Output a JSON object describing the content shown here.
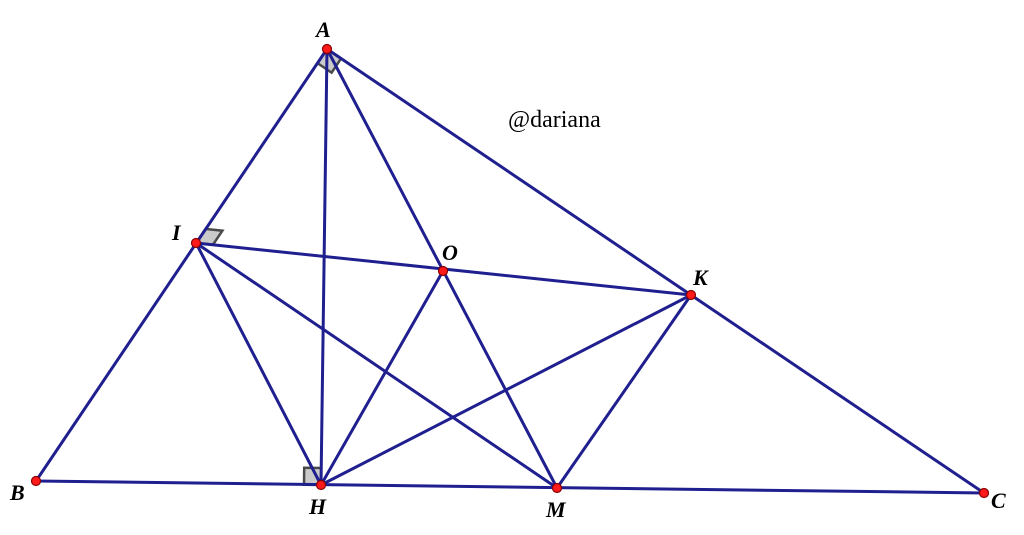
{
  "figure": {
    "watermark": "@dariana",
    "colors": {
      "line": "#1f1f8f",
      "point": "#ff1a1a",
      "right_angle_fill": "#b8b8b8"
    },
    "points": [
      {
        "id": "A",
        "label": "A"
      },
      {
        "id": "B",
        "label": "B"
      },
      {
        "id": "C",
        "label": "C"
      },
      {
        "id": "H",
        "label": "H"
      },
      {
        "id": "M",
        "label": "M"
      },
      {
        "id": "I",
        "label": "I"
      },
      {
        "id": "K",
        "label": "K"
      },
      {
        "id": "O",
        "label": "O"
      }
    ],
    "segments": [
      [
        "A",
        "B"
      ],
      [
        "A",
        "C"
      ],
      [
        "B",
        "C"
      ],
      [
        "A",
        "H"
      ],
      [
        "A",
        "M"
      ],
      [
        "I",
        "K"
      ],
      [
        "I",
        "H"
      ],
      [
        "I",
        "M"
      ],
      [
        "K",
        "H"
      ],
      [
        "K",
        "M"
      ],
      [
        "O",
        "H"
      ]
    ],
    "right_angles": [
      {
        "at": "A"
      },
      {
        "at": "I"
      },
      {
        "at": "H"
      }
    ]
  }
}
